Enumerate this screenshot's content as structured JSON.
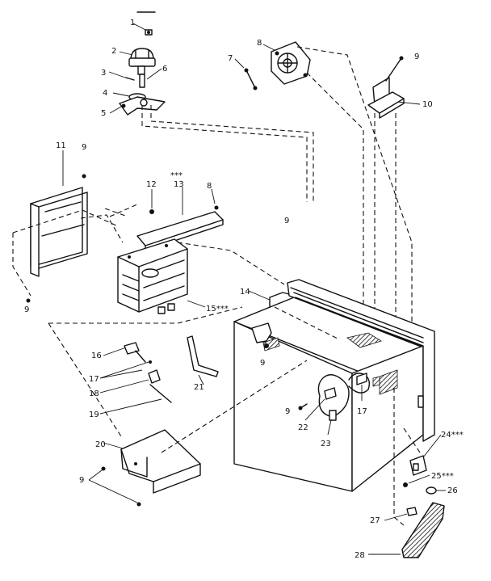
{
  "diagram": {
    "part_labels": [
      {
        "id": "p1",
        "text": "1"
      },
      {
        "id": "p2",
        "text": "2"
      },
      {
        "id": "p3",
        "text": "3"
      },
      {
        "id": "p6",
        "text": "6"
      },
      {
        "id": "p4",
        "text": "4"
      },
      {
        "id": "p5",
        "text": "5"
      },
      {
        "id": "p8",
        "text": "8"
      },
      {
        "id": "p7",
        "text": "7"
      },
      {
        "id": "p9a",
        "text": "9"
      },
      {
        "id": "p10",
        "text": "10"
      },
      {
        "id": "p11",
        "text": "11"
      },
      {
        "id": "p9b",
        "text": "9"
      },
      {
        "id": "p13s",
        "text": "***"
      },
      {
        "id": "p13",
        "text": "13"
      },
      {
        "id": "p12",
        "text": "12"
      },
      {
        "id": "p8b",
        "text": "8"
      },
      {
        "id": "p9c",
        "text": "9"
      },
      {
        "id": "p9d",
        "text": "9"
      },
      {
        "id": "p14",
        "text": "14"
      },
      {
        "id": "p15",
        "text": "15***"
      },
      {
        "id": "p9e",
        "text": "9"
      },
      {
        "id": "p16",
        "text": "16"
      },
      {
        "id": "p17a",
        "text": "17"
      },
      {
        "id": "p18",
        "text": "18"
      },
      {
        "id": "p19",
        "text": "19"
      },
      {
        "id": "p21",
        "text": "21"
      },
      {
        "id": "p9f",
        "text": "9"
      },
      {
        "id": "p22",
        "text": "22"
      },
      {
        "id": "p17b",
        "text": "17"
      },
      {
        "id": "p23",
        "text": "23"
      },
      {
        "id": "p20",
        "text": "20"
      },
      {
        "id": "p9g",
        "text": "9"
      },
      {
        "id": "p24",
        "text": "24***"
      },
      {
        "id": "p25",
        "text": "25***"
      },
      {
        "id": "p26",
        "text": "26"
      },
      {
        "id": "p27",
        "text": "27"
      },
      {
        "id": "p28",
        "text": "28"
      }
    ]
  }
}
